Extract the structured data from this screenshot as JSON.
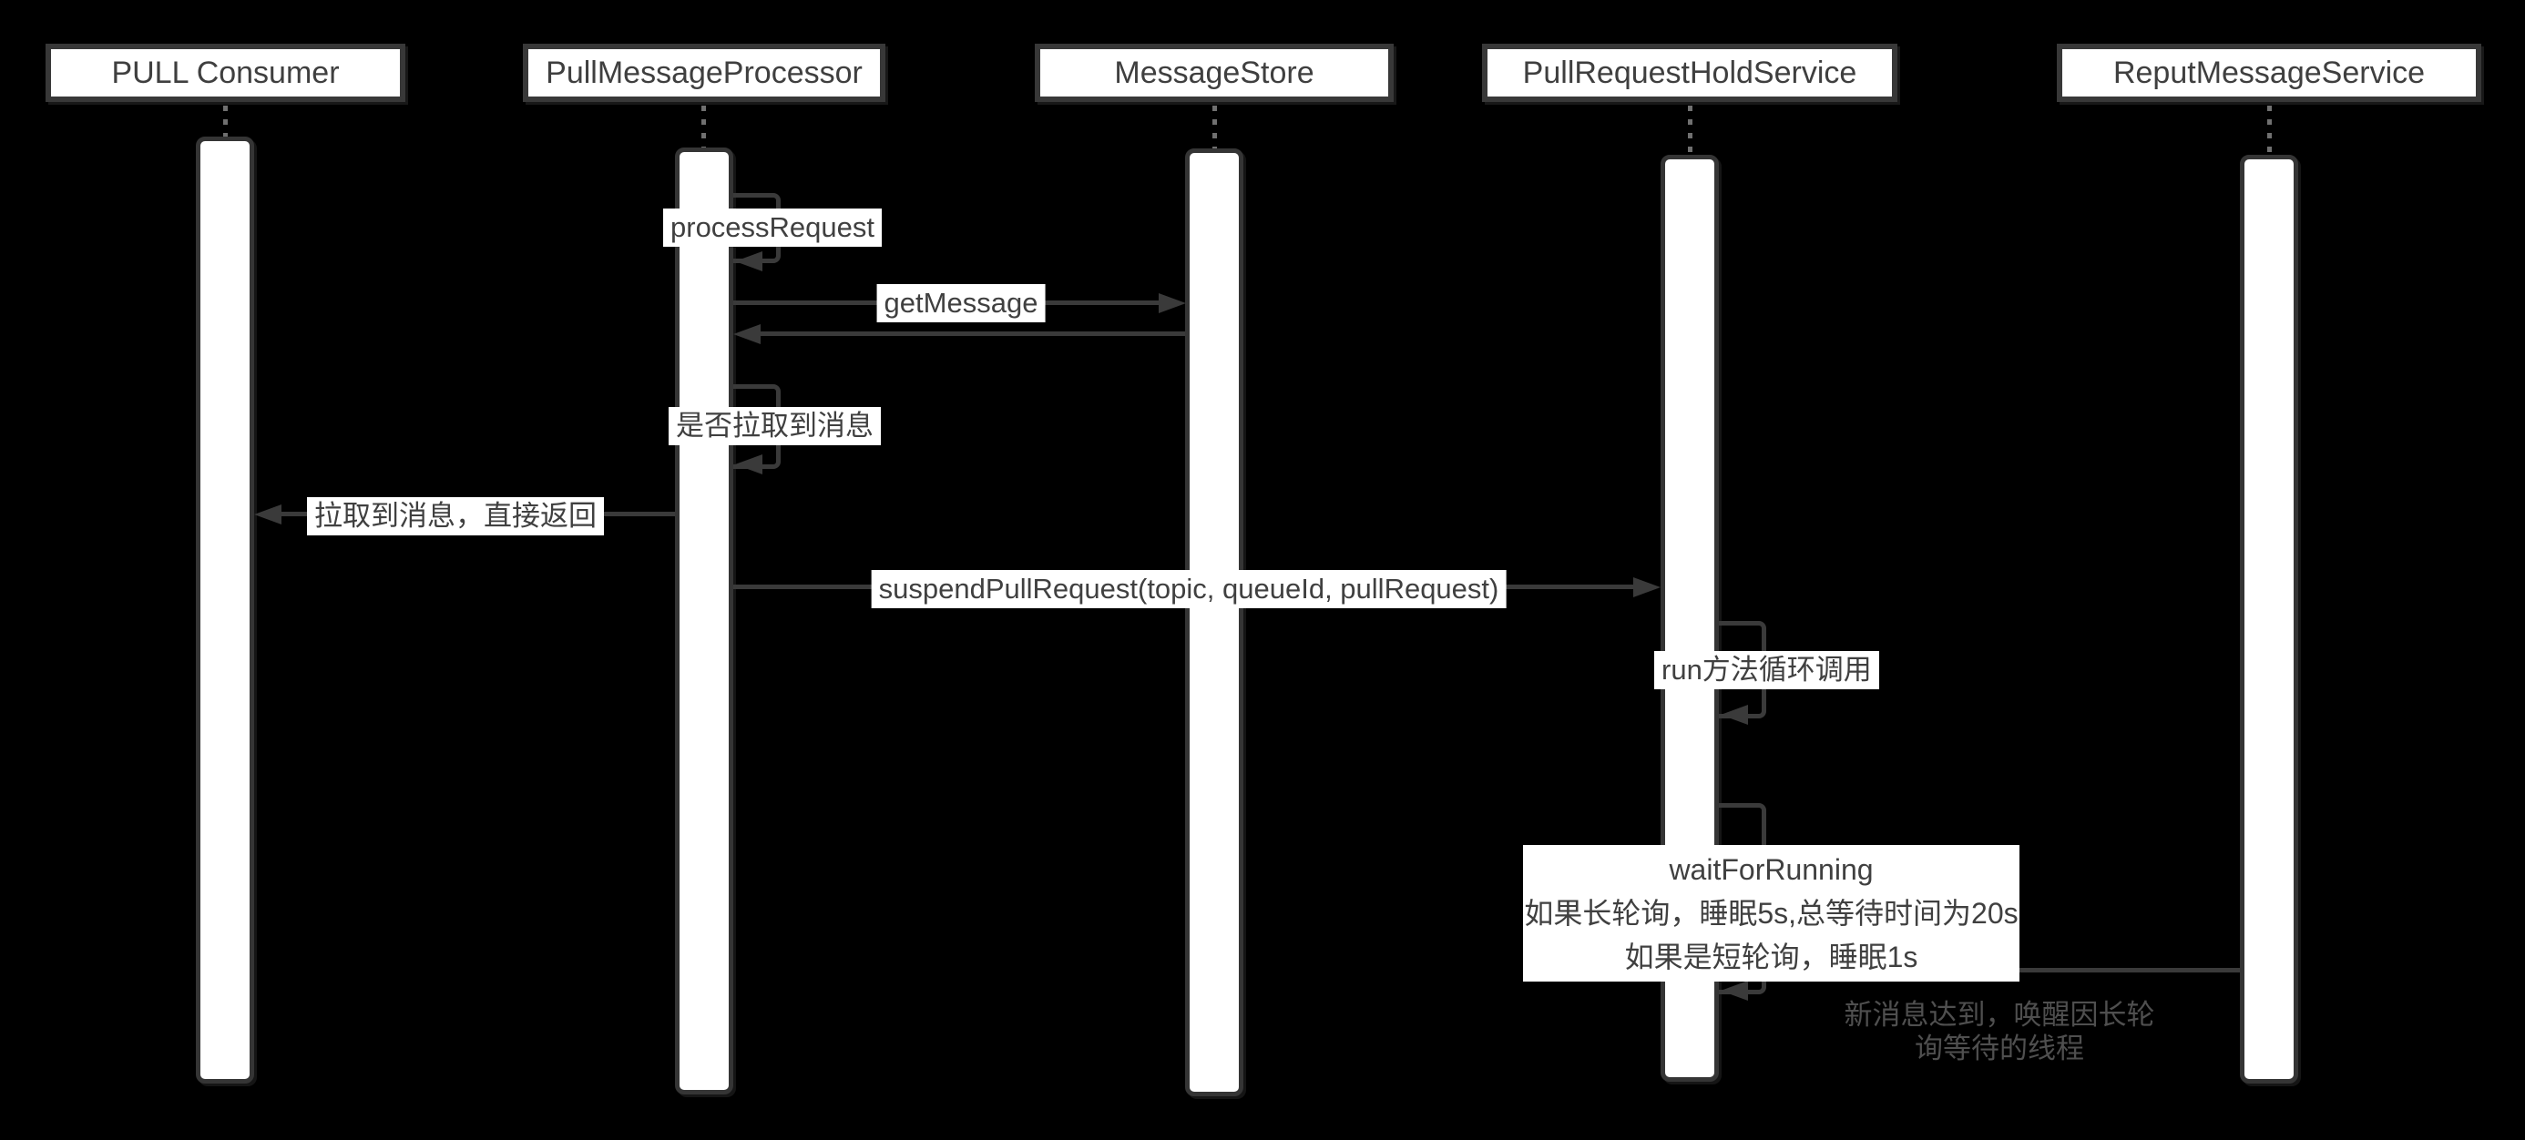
{
  "diagram": {
    "type": "uml-sequence",
    "actors": [
      {
        "name": "PULL Consumer"
      },
      {
        "name": "PullMessageProcessor"
      },
      {
        "name": "MessageStore"
      },
      {
        "name": "PullRequestHoldService"
      },
      {
        "name": "ReputMessageService"
      }
    ],
    "messages": {
      "process_request": "processRequest",
      "get_message": "getMessage",
      "pulled_check": "是否拉取到消息",
      "pulled_return": "拉取到消息，直接返回",
      "suspend": "suspendPullRequest(topic, queueId, pullRequest)",
      "run_loop": "run方法循环调用",
      "wait_line1": "waitForRunning",
      "wait_line2": "如果长轮询，睡眠5s,总等待时间为20s",
      "wait_line3": "如果是短轮询，睡眠1s"
    },
    "annotation": {
      "line1": "新消息达到，唤醒因长轮",
      "line2": "询等待的线程",
      "full_text": "新消息达到，唤醒因长轮询等待的线程"
    },
    "flows": [
      {
        "from": "PullMessageProcessor",
        "to": "PullMessageProcessor",
        "label": "processRequest"
      },
      {
        "from": "PullMessageProcessor",
        "to": "MessageStore",
        "label": "getMessage"
      },
      {
        "from": "MessageStore",
        "to": "PullMessageProcessor",
        "label": ""
      },
      {
        "from": "PullMessageProcessor",
        "to": "PullMessageProcessor",
        "label": "是否拉取到消息"
      },
      {
        "from": "PullMessageProcessor",
        "to": "PULL Consumer",
        "label": "拉取到消息，直接返回"
      },
      {
        "from": "PullMessageProcessor",
        "to": "PullRequestHoldService",
        "label": "suspendPullRequest(topic, queueId, pullRequest)"
      },
      {
        "from": "PullRequestHoldService",
        "to": "PullRequestHoldService",
        "label": "run方法循环调用"
      },
      {
        "from": "PullRequestHoldService",
        "to": "PullRequestHoldService",
        "label": "waitForRunning 如果长轮询，睡眠5s,总等待时间为20s 如果是短轮询，睡眠1s"
      },
      {
        "from": "ReputMessageService",
        "to": "PullRequestHoldService",
        "label": "新消息达到，唤醒因长轮询等待的线程"
      }
    ],
    "colors": {
      "background": "#000000",
      "box_fill": "#ffffff",
      "box_border": "#383838",
      "line": "#3a3a3a",
      "label_text": "#404040",
      "note_text": "#4f4f4f",
      "lifeline_dash": "#707070"
    }
  }
}
